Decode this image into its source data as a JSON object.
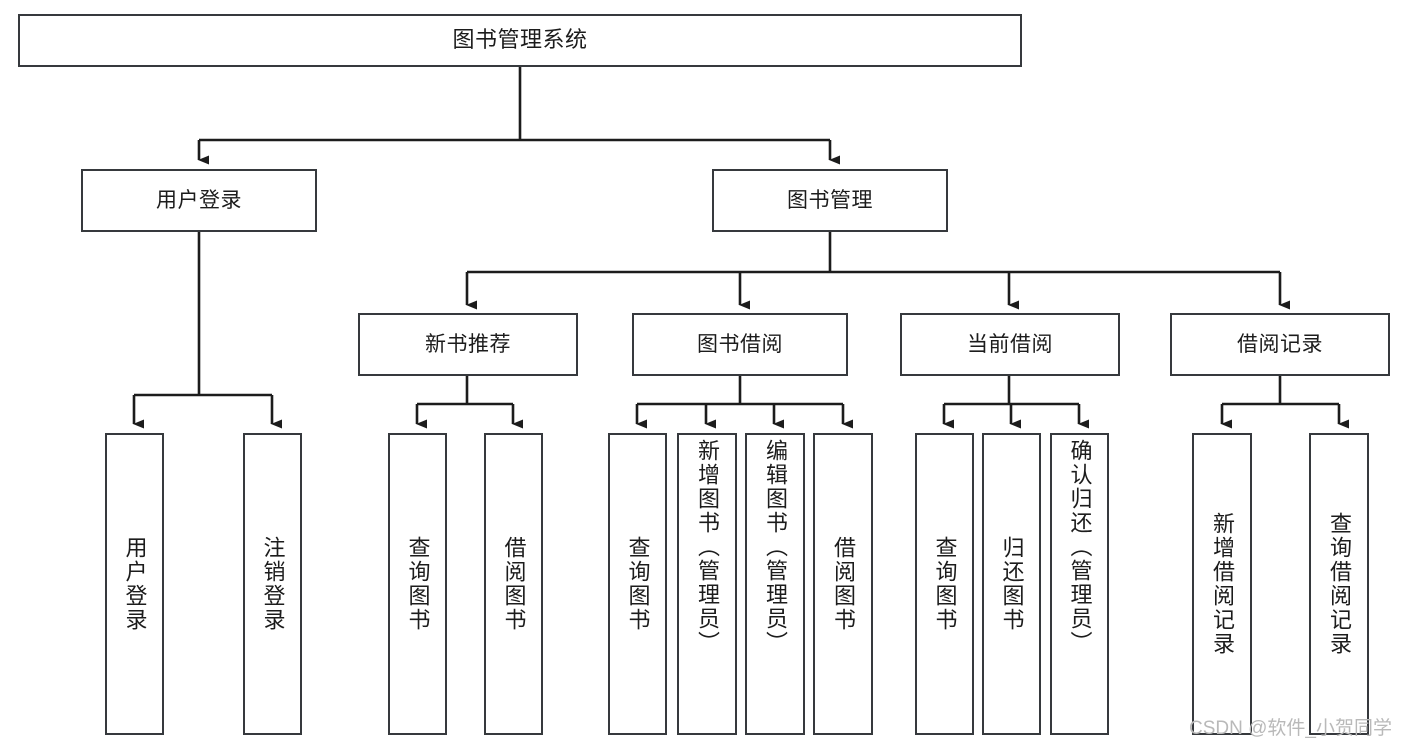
{
  "diagram": {
    "title": "图书管理系统",
    "type": "function-structure-tree",
    "watermark": "CSDN @软件_小贺同学",
    "colors": {
      "box_border": "#36393d",
      "box_fill": "#ffffff",
      "edge": "#1c1c1c",
      "text": "#1c1c1c",
      "watermark": "#b9b9b9",
      "background": "#ffffff"
    },
    "levels": {
      "root": {
        "label": "图书管理系统"
      },
      "level2": [
        {
          "label": "用户登录"
        },
        {
          "label": "图书管理"
        }
      ],
      "level3": [
        {
          "label": "新书推荐"
        },
        {
          "label": "图书借阅"
        },
        {
          "label": "当前借阅"
        },
        {
          "label": "借阅记录"
        }
      ],
      "leaves": {
        "user_login": [
          {
            "label": "用户登录"
          },
          {
            "label": "注销登录"
          }
        ],
        "new_book_recommend": [
          {
            "label": "查询图书"
          },
          {
            "label": "借阅图书"
          }
        ],
        "book_borrow": [
          {
            "label": "查询图书"
          },
          {
            "label": "新增图书（管理员）"
          },
          {
            "label": "编辑图书（管理员）"
          },
          {
            "label": "借阅图书"
          }
        ],
        "current_borrow": [
          {
            "label": "查询图书"
          },
          {
            "label": "归还图书"
          },
          {
            "label": "确认归还（管理员）"
          }
        ],
        "borrow_record": [
          {
            "label": "新增借阅记录"
          },
          {
            "label": "查询借阅记录"
          }
        ]
      }
    }
  }
}
